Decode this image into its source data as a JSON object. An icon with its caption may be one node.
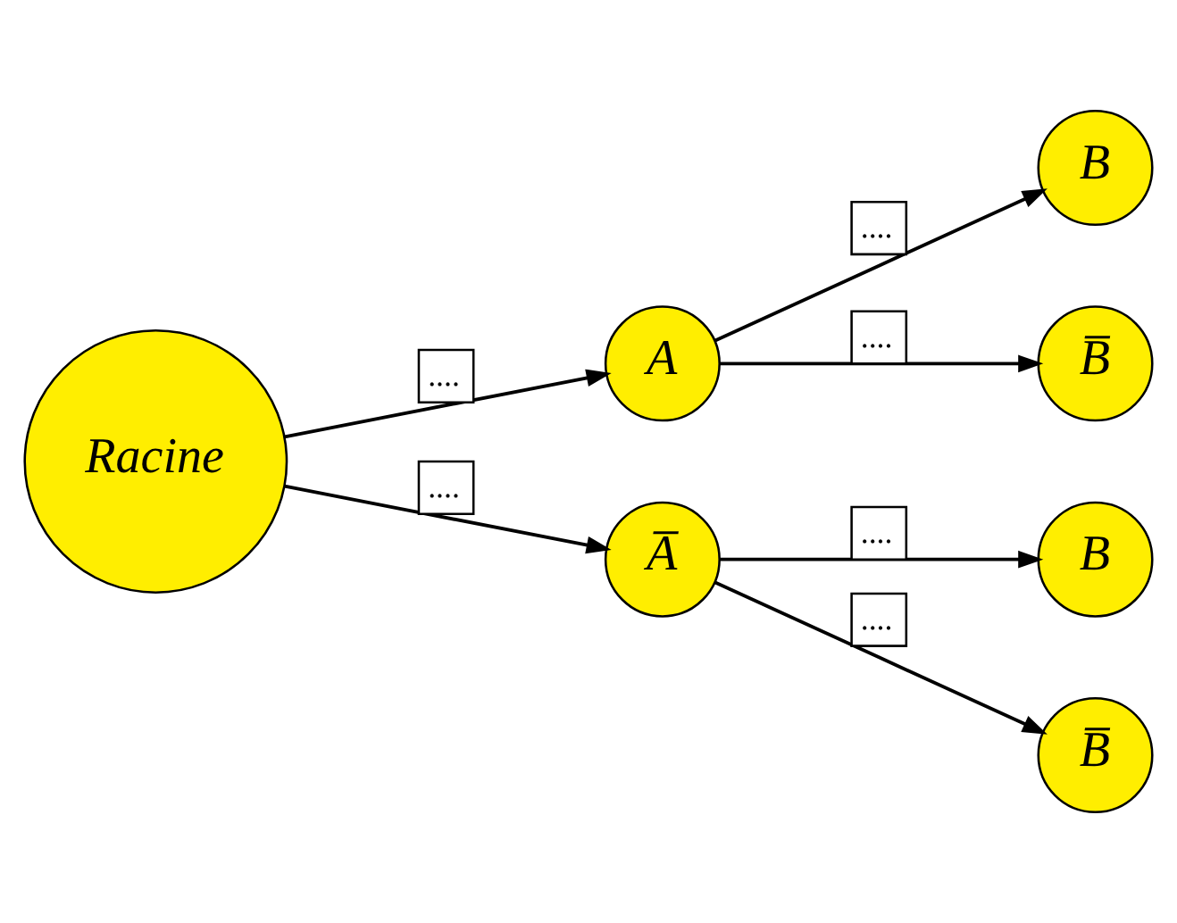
{
  "diagram": {
    "nodes": [
      {
        "text": [
          "Racine"
        ]
      },
      {
        "text": [
          "A"
        ]
      },
      {
        "text": [
          "A̅"
        ]
      },
      {
        "text": [
          "B"
        ]
      },
      {
        "text": [
          "B̅"
        ]
      },
      {
        "text": [
          "B"
        ]
      },
      {
        "text": [
          "B̅"
        ]
      }
    ],
    "edges": [
      {
        "from": 0,
        "to": 1,
        "arrow": "to",
        "label": "...."
      },
      {
        "from": 0,
        "to": 2,
        "arrow": "to",
        "label": "...."
      },
      {
        "from": 1,
        "to": 3,
        "arrow": "to",
        "label": "...."
      },
      {
        "from": 1,
        "to": 4,
        "arrow": "to",
        "label": "...."
      },
      {
        "from": 2,
        "to": 5,
        "arrow": "to",
        "label": "...."
      },
      {
        "from": 2,
        "to": 6,
        "arrow": "to",
        "label": "...."
      }
    ]
  }
}
